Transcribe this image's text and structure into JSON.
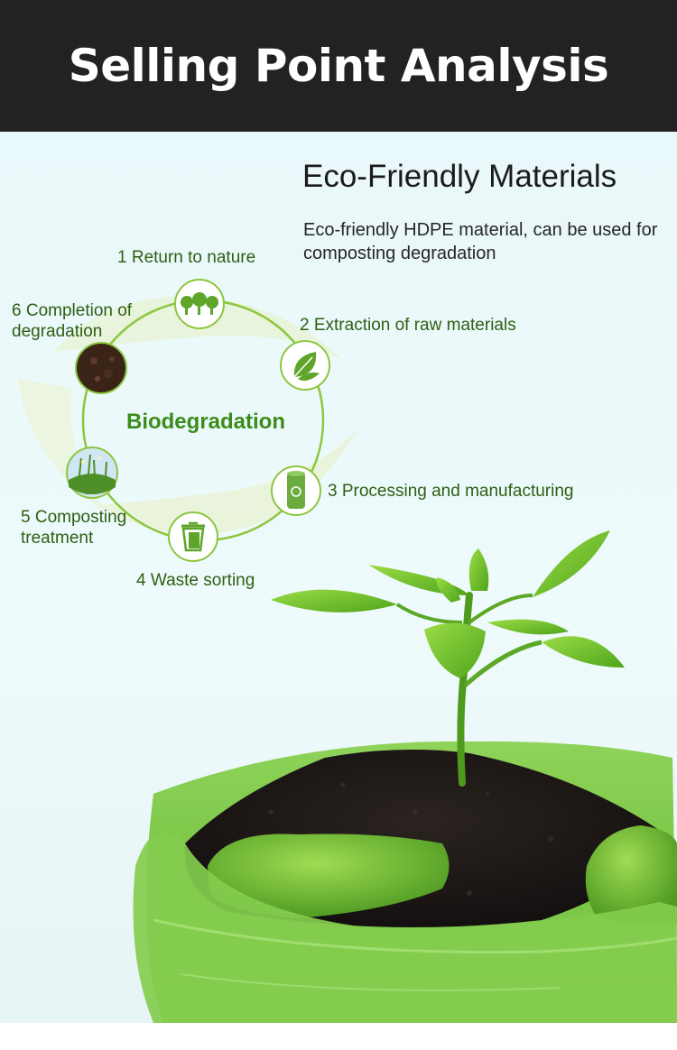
{
  "header": {
    "title": "Selling Point Analysis"
  },
  "feature": {
    "title": "Eco-Friendly Materials",
    "description": "Eco-friendly HDPE material, can be used for composting degradation"
  },
  "cycle": {
    "center": "Biodegradation",
    "steps": [
      {
        "label": "1 Return to nature",
        "icon": "trees-icon"
      },
      {
        "label": "2 Extraction of raw materials",
        "icon": "leaf-icon"
      },
      {
        "label": "3 Processing and manufacturing",
        "icon": "bag-roll-icon"
      },
      {
        "label": "4 Waste sorting",
        "icon": "trash-bin-icon"
      },
      {
        "label": "5 Composting treatment",
        "icon": "grass-photo"
      },
      {
        "label": "6 Completion of degradation",
        "icon": "soil-photo"
      }
    ]
  },
  "colors": {
    "header_bg": "#242124",
    "accent_green": "#3b8c1b",
    "label_green": "#2e5f12",
    "ring": "#8cc63f"
  }
}
